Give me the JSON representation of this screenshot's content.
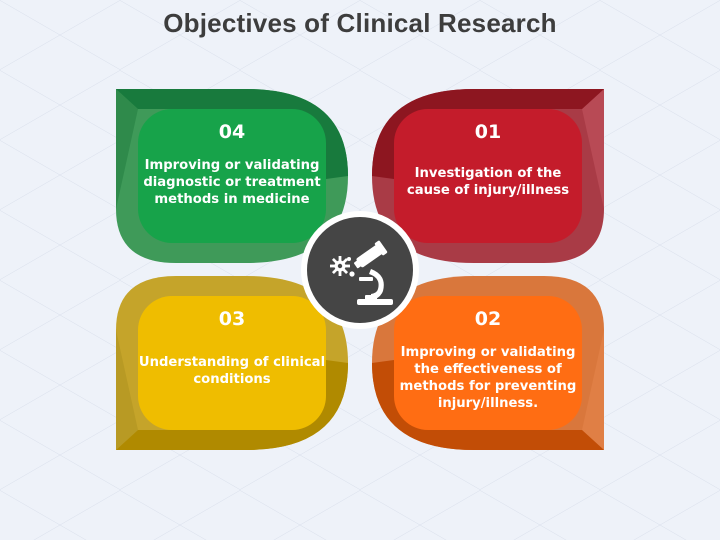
{
  "title": "Objectives of Clinical Research",
  "center_icon": "microscope-virus-icon",
  "cards": [
    {
      "id": "04",
      "text": "Improving or validating diagnostic or treatment methods in medicine",
      "inner": "#17a34a",
      "outer": "#3f9a59"
    },
    {
      "id": "01",
      "text": "Investigation of the cause of injury/illness",
      "inner": "#c41c2b",
      "outer": "#a93b46"
    },
    {
      "id": "03",
      "text": "Understanding of clinical conditions",
      "inner": "#efbd00",
      "outer": "#c5a42a"
    },
    {
      "id": "02",
      "text": "Improving or validating the effectiveness of methods for preventing injury/illness.",
      "inner": "#ff6d13",
      "outer": "#d9773c"
    }
  ]
}
